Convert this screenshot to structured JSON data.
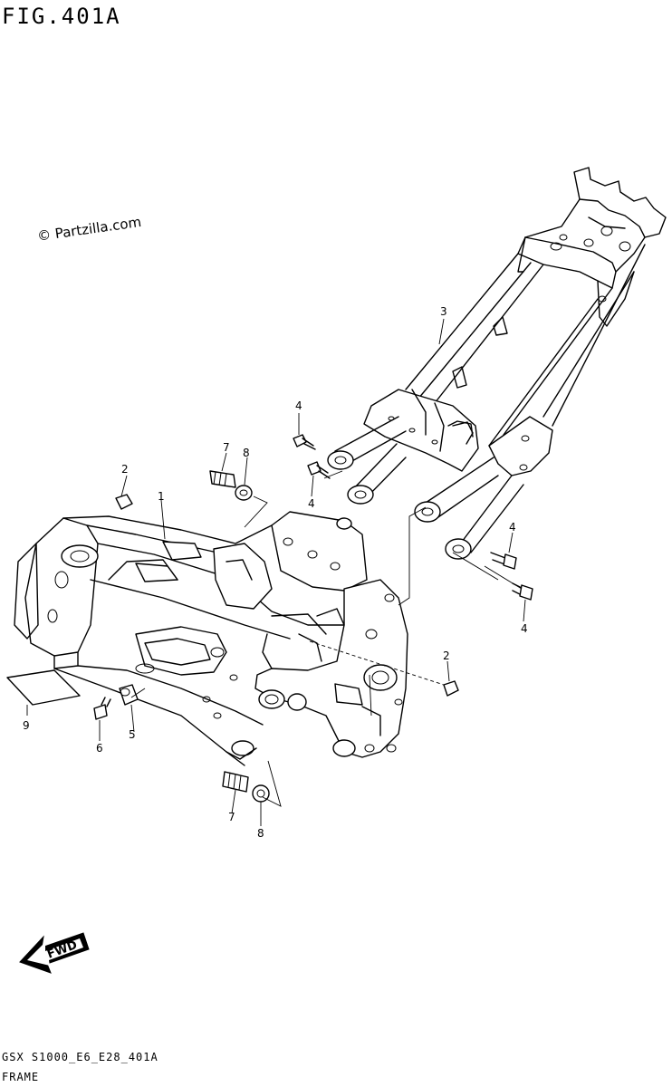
{
  "figure": {
    "title": "FIG.401A",
    "watermark": "© Partzilla.com",
    "model_code": "GSX S1000_E6_E28_401A",
    "section": "FRAME",
    "direction_label": "FWD"
  },
  "callouts": {
    "c1": "1",
    "c2a": "2",
    "c2b": "2",
    "c3": "3",
    "c4a": "4",
    "c4b": "4",
    "c4c": "4",
    "c4d": "4",
    "c5": "5",
    "c6": "6",
    "c7a": "7",
    "c7b": "7",
    "c8a": "8",
    "c8b": "8",
    "c9": "9"
  }
}
